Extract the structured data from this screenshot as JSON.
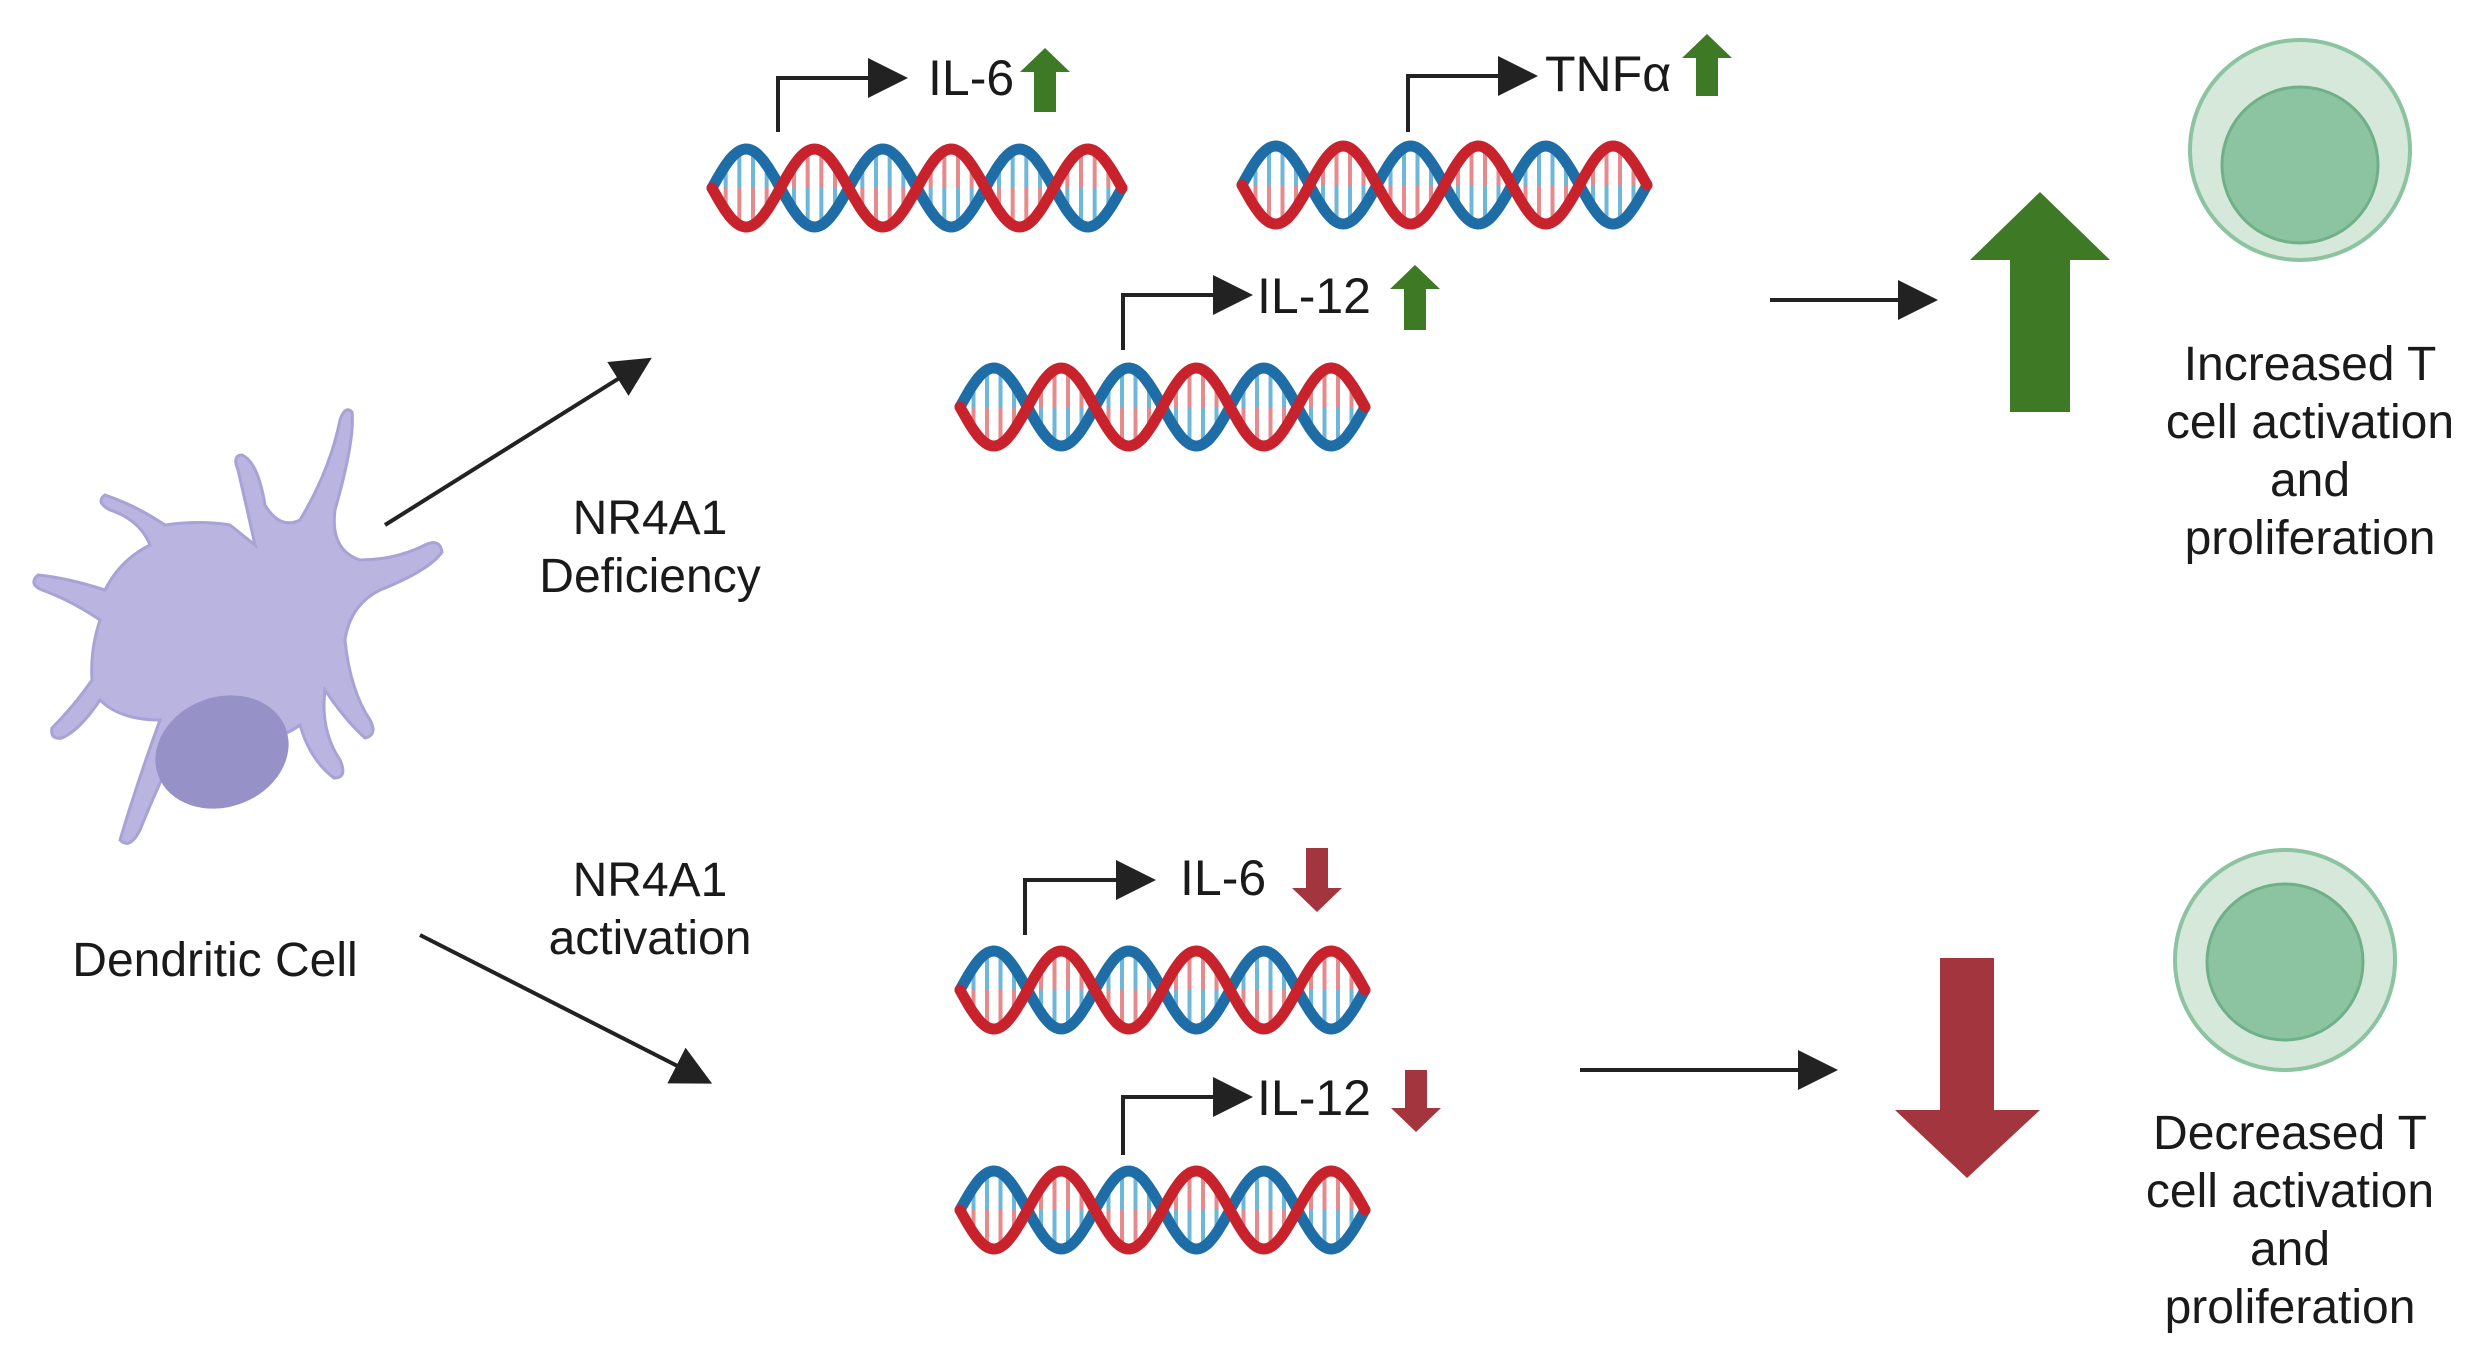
{
  "cell": {
    "label": "Dendritic Cell",
    "color": "#b9b4e0",
    "nucleus_color": "#9691c6"
  },
  "branches": {
    "deficiency": {
      "label_line1": "NR4A1",
      "label_line2": "Deficiency"
    },
    "activation": {
      "label_line1": "NR4A1",
      "label_line2": "activation"
    }
  },
  "top_genes": [
    {
      "name": "IL-6",
      "direction": "up"
    },
    {
      "name": "TNFα",
      "direction": "up"
    },
    {
      "name": "IL-12",
      "direction": "up"
    }
  ],
  "bottom_genes": [
    {
      "name": "IL-6",
      "direction": "down"
    },
    {
      "name": "IL-12",
      "direction": "down"
    }
  ],
  "outcomes": {
    "increased": {
      "line1": "Increased T",
      "line2": "cell activation",
      "line3": "and",
      "line4": "proliferation"
    },
    "decreased": {
      "line1": "Decreased T",
      "line2": "cell activation",
      "line3": "and",
      "line4": "proliferation"
    }
  },
  "colors": {
    "up": "#3e7a25",
    "down": "#a3353f",
    "dna_red": "#c8232c",
    "dna_blue": "#1f6da6",
    "tcell_outer": "#d6e8d9",
    "tcell_inner": "#8cc3a0"
  }
}
